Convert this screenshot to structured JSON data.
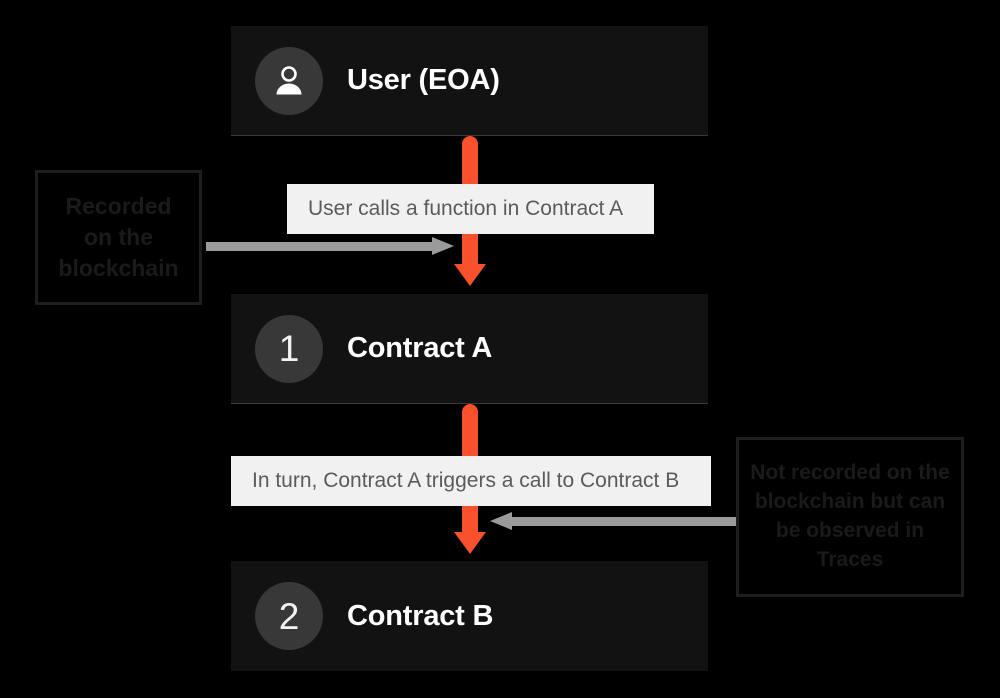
{
  "diagram": {
    "background_color": "#000000",
    "accent_color": "#f9512c",
    "gray_arrow_color": "#9a9a9a",
    "card_color": "#121212",
    "chip_color": "#f1f1f1",
    "nodes": [
      {
        "id": "user",
        "badge_type": "person-icon",
        "badge_text": "",
        "title": "User (EOA)"
      },
      {
        "id": "contract-a",
        "badge_type": "number",
        "badge_text": "1",
        "title": "Contract A"
      },
      {
        "id": "contract-b",
        "badge_type": "number",
        "badge_text": "2",
        "title": "Contract B"
      }
    ],
    "step_labels": [
      {
        "id": "label-1",
        "text": "User calls a function in Contract A"
      },
      {
        "id": "label-2",
        "text": "In turn, Contract A triggers a call to Contract B"
      }
    ],
    "notes": {
      "left": {
        "lines": [
          "Recorded",
          "on the",
          "blockchain"
        ]
      },
      "right": {
        "lines": [
          "Not recorded on the",
          "blockchain but can",
          "be observed in",
          "Traces"
        ]
      }
    }
  }
}
